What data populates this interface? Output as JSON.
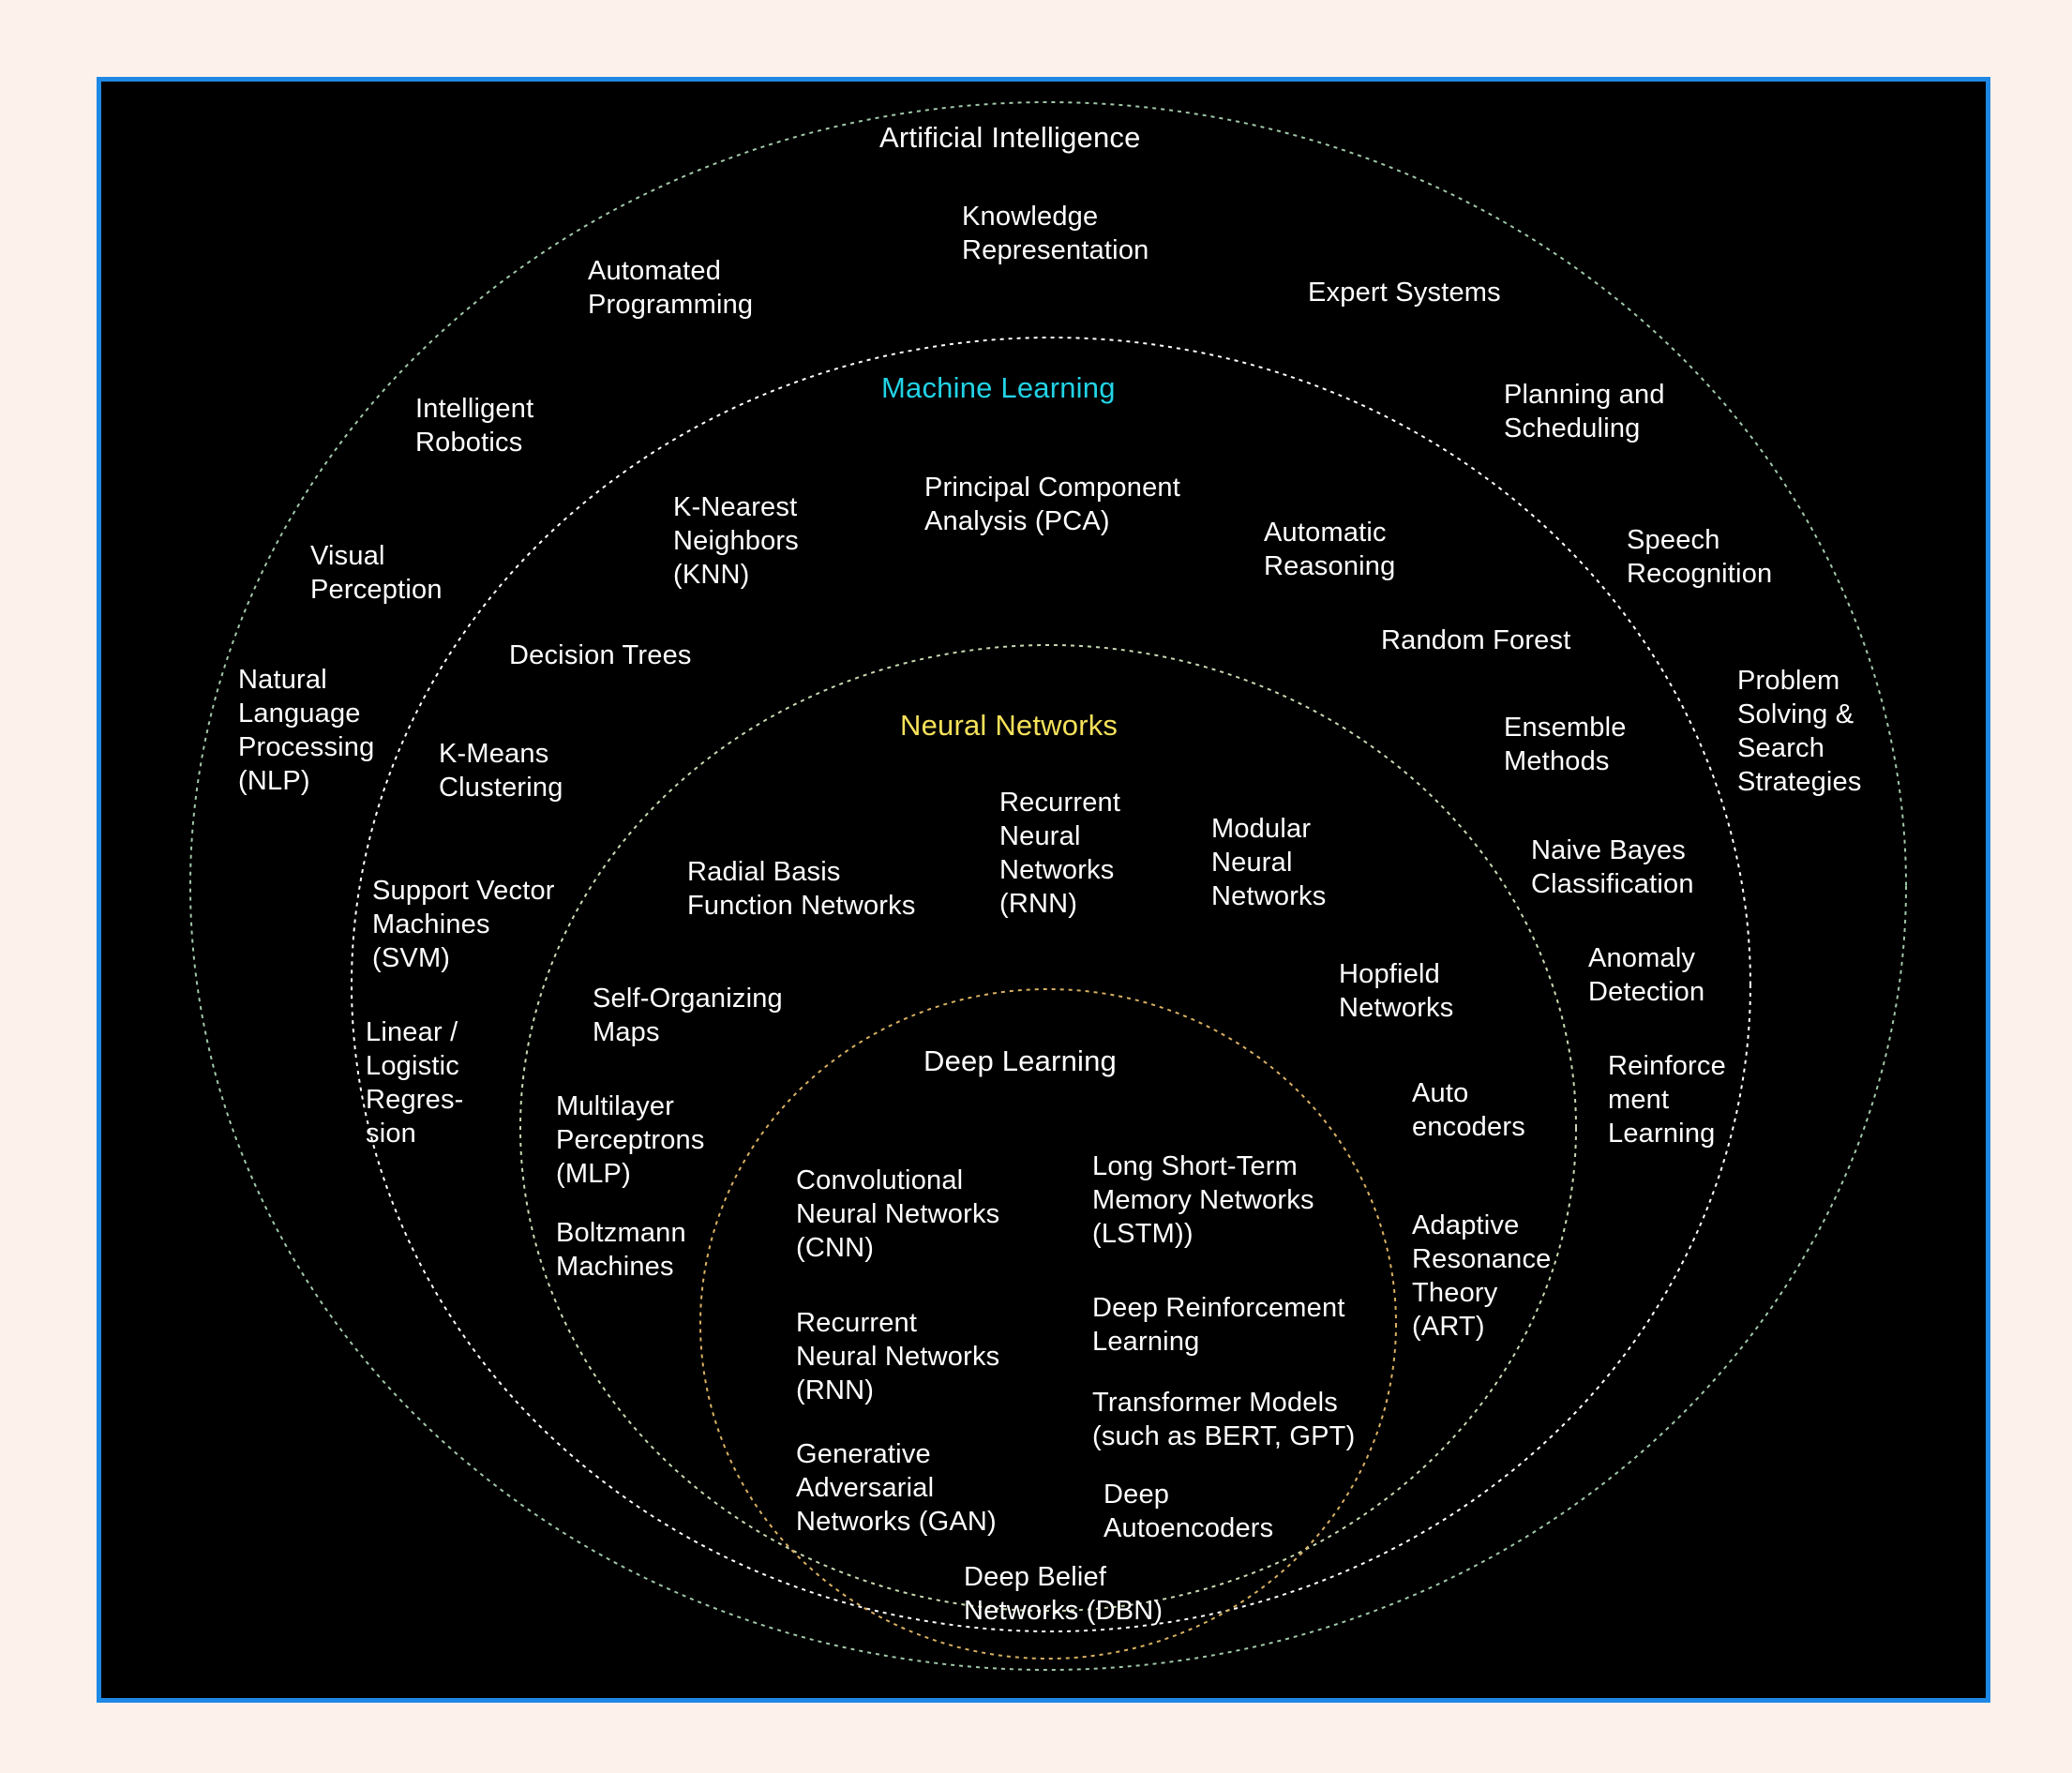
{
  "colors": {
    "background": "#fdf1ec",
    "panel": "#000000",
    "panel_border": "#1e88e5",
    "ring_ai": "#9fc8a8",
    "ring_ml": "#ffffff",
    "ring_nn": "#c7d9b0",
    "ring_dl": "#d9b062",
    "title_ml": "#22d3e6",
    "title_nn": "#f6e15a"
  },
  "titles": {
    "ai": "Artificial Intelligence",
    "ml": "Machine Learning",
    "nn": "Neural Networks",
    "dl": "Deep Learning"
  },
  "ai_items": {
    "knowledge_representation": "Knowledge\nRepresentation",
    "automated_programming": "Automated\nProgramming",
    "expert_systems": "Expert Systems",
    "intelligent_robotics": "Intelligent\nRobotics",
    "planning_scheduling": "Planning and\nScheduling",
    "visual_perception": "Visual\nPerception",
    "speech_recognition": "Speech\nRecognition",
    "nlp": "Natural\nLanguage\nProcessing\n(NLP)",
    "problem_solving": "Problem\nSolving &\nSearch\nStrategies"
  },
  "ml_items": {
    "knn": "K-Nearest\nNeighbors\n(KNN)",
    "pca": "Principal Component\nAnalysis (PCA)",
    "automatic_reasoning": "Automatic\nReasoning",
    "random_forest": "Random Forest",
    "decision_trees": "Decision Trees",
    "ensemble_methods": "Ensemble\nMethods",
    "k_means": "K-Means\nClustering",
    "naive_bayes": "Naive Bayes\nClassification",
    "svm": "Support Vector\nMachines\n(SVM)",
    "anomaly_detection": "Anomaly\nDetection",
    "linear_logistic": "Linear /\nLogistic\nRegres-\nsion",
    "reinforcement_learning": "Reinforce\nment\nLearning"
  },
  "nn_items": {
    "rnn": "Recurrent\nNeural\nNetworks\n(RNN)",
    "modular": "Modular\nNeural\nNetworks",
    "rbf": "Radial Basis\nFunction Networks",
    "hopfield": "Hopfield\nNetworks",
    "som": "Self-Organizing\nMaps",
    "autoencoders": "Auto\nencoders",
    "mlp": "Multilayer\nPerceptrons\n(MLP)",
    "art": "Adaptive\nResonance\nTheory\n(ART)",
    "boltzmann": "Boltzmann\nMachines"
  },
  "dl_items": {
    "cnn": "Convolutional\nNeural Networks\n(CNN)",
    "lstm": "Long Short-Term\nMemory Networks\n(LSTM))",
    "rnn": "Recurrent\nNeural Networks\n(RNN)",
    "deep_rl": "Deep Reinforcement\nLearning",
    "transformers": "Transformer Models\n(such as BERT, GPT)",
    "gan": "Generative\nAdversarial\nNetworks (GAN)",
    "deep_autoencoders": "Deep\nAutoencoders",
    "dbn": "Deep Belief\nNetworks (DBN)"
  }
}
